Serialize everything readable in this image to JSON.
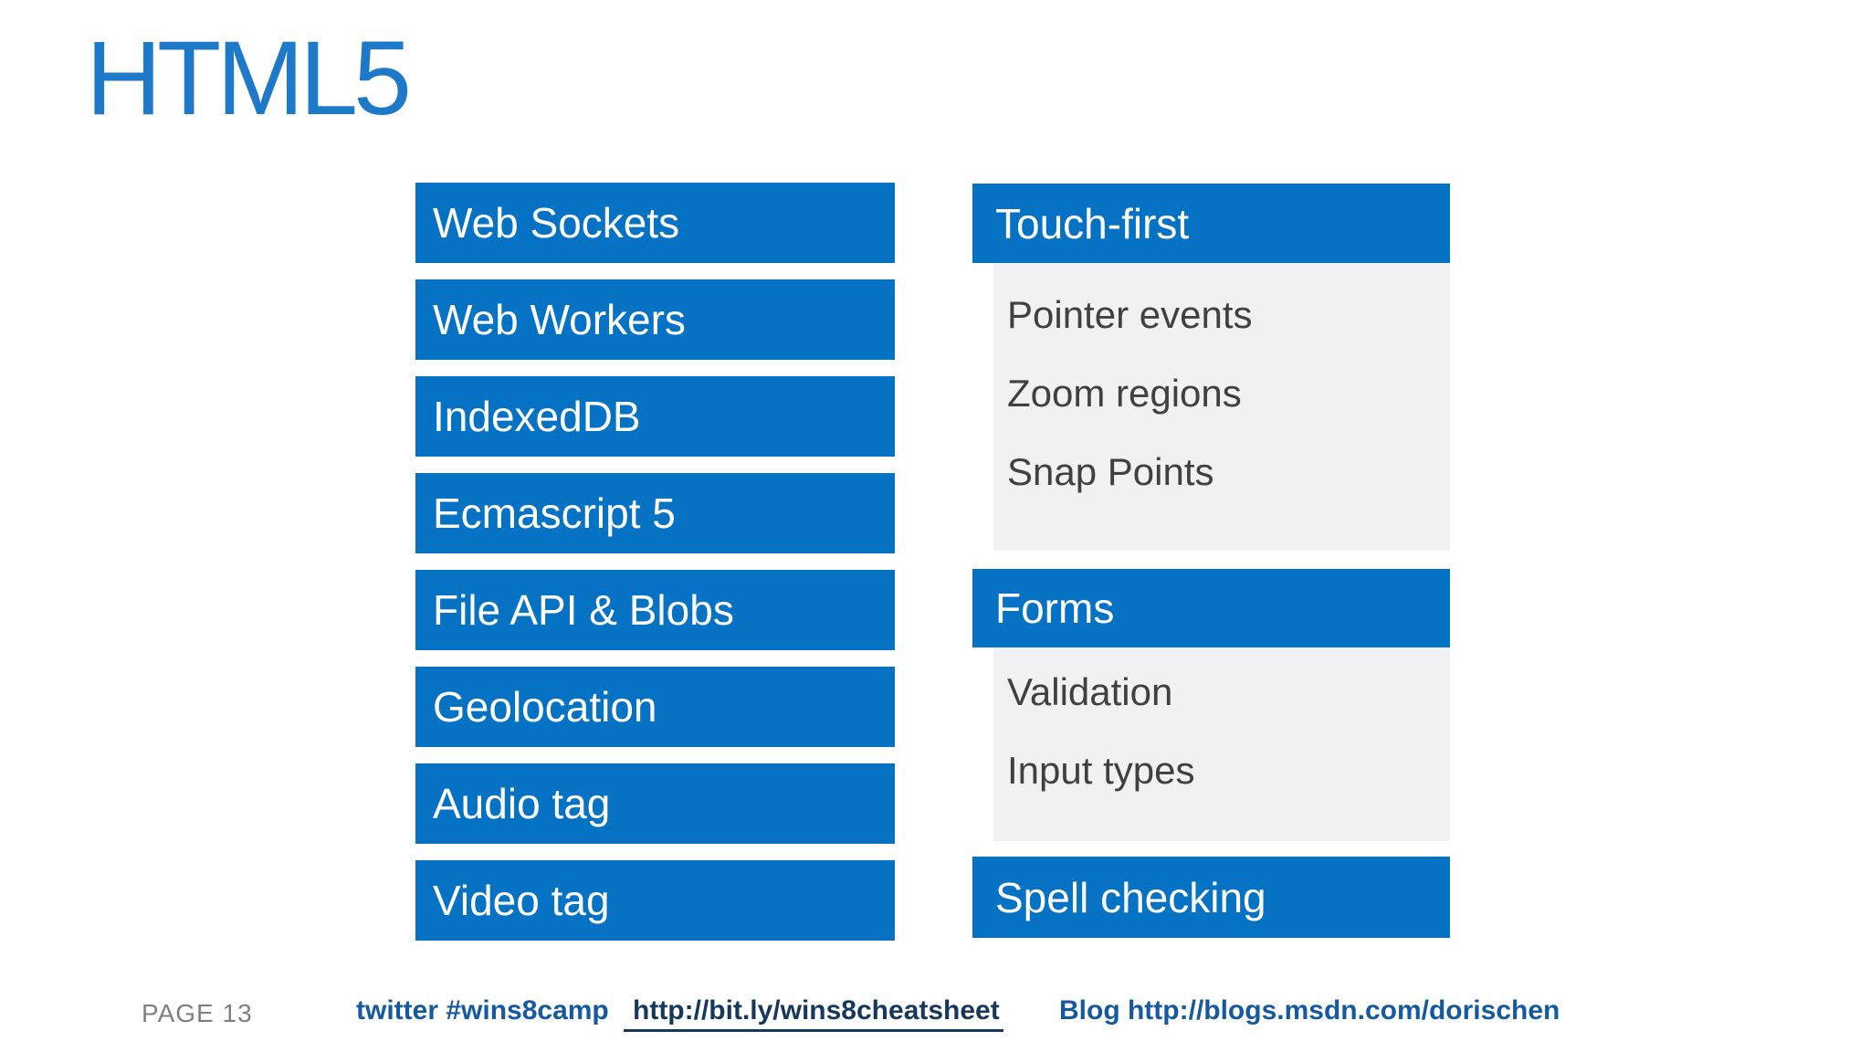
{
  "title": "HTML5",
  "colors": {
    "box_blue": "#0672C4",
    "title_blue": "#1E7AC8",
    "panel_gray": "#F1F1F3",
    "panel_text": "#404042",
    "footer_gray": "#7F7F7F",
    "footer_blue": "#15599E",
    "footer_link_navy": "#17375D"
  },
  "left_column": {
    "boxes": [
      "Web Sockets",
      "Web Workers",
      "IndexedDB",
      "Ecmascript 5",
      "File API & Blobs",
      "Geolocation",
      "Audio tag",
      "Video tag"
    ]
  },
  "right_column": {
    "sections": [
      {
        "header": "Touch-first",
        "items": [
          "Pointer events",
          "Zoom regions",
          "Snap Points"
        ]
      },
      {
        "header": "Forms",
        "items": [
          "Validation",
          "Input types"
        ]
      },
      {
        "header": "Spell checking",
        "items": []
      }
    ]
  },
  "footer": {
    "page_label": "PAGE 13",
    "twitter": "twitter #wins8camp",
    "cheatsheet_link": "http://bit.ly/wins8cheatsheet",
    "blog": "Blog http://blogs.msdn.com/dorischen"
  }
}
